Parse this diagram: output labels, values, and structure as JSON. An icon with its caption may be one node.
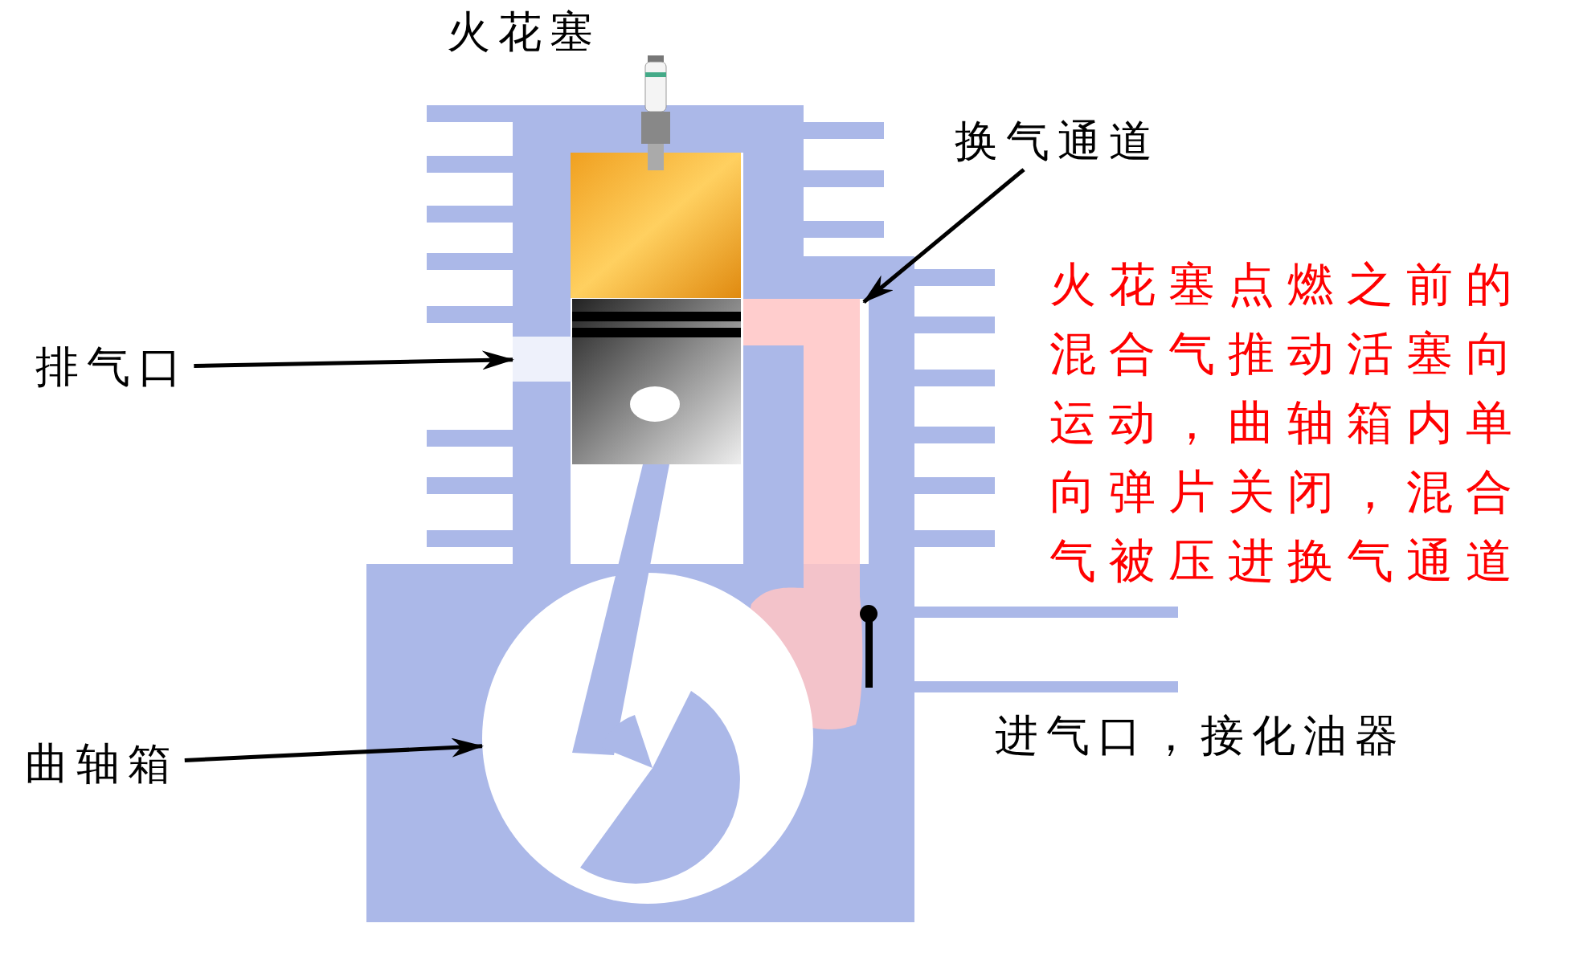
{
  "diagram": {
    "nodes": [
      {
        "text": [
          "排气口"
        ]
      },
      {
        "text": [],
        "shape": "box"
      },
      {
        "text": [
          "换气通道"
        ]
      },
      {
        "text": [],
        "shape": "box"
      },
      {
        "text": [
          "曲轴箱"
        ]
      },
      {
        "text": [],
        "shape": "circle"
      }
    ],
    "edges": [
      {
        "from": 0,
        "to": 1,
        "arrow": "to"
      },
      {
        "from": 2,
        "to": 3,
        "arrow": "to"
      },
      {
        "from": 4,
        "to": 5,
        "arrow": "to"
      }
    ],
    "labels": [
      "火花塞",
      "火花塞点燃之前的混合气推动活塞向运动，曲轴箱内单向弹片关闭，混合气被压进换气通道",
      "进气口，接化油器"
    ]
  }
}
